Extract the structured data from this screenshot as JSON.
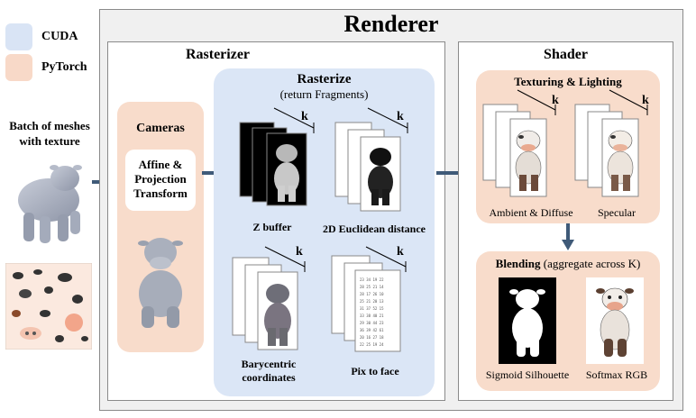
{
  "legend": {
    "cuda": {
      "label": "CUDA",
      "color": "#d9e4f5"
    },
    "pytorch": {
      "label": "PyTorch",
      "color": "#f8d9c8"
    }
  },
  "input": {
    "title": "Batch of meshes with texture"
  },
  "renderer": {
    "title": "Renderer",
    "rasterizer": {
      "title": "Rasterizer",
      "cameras": {
        "title": "Cameras",
        "transform": "Affine & Projection Transform"
      },
      "rasterize": {
        "title": "Rasterize",
        "subtitle": "(return Fragments)",
        "k_label": "k",
        "outputs": {
          "zbuffer": "Z buffer",
          "dist": "2D Euclidean distance",
          "bary": "Barycentric coordinates",
          "pix": "Pix to face"
        }
      }
    },
    "shader": {
      "title": "Shader",
      "texturing": {
        "title": "Texturing & Lighting",
        "k_label": "k",
        "ambient": "Ambient & Diffuse",
        "specular": "Specular"
      },
      "blending": {
        "title": "Blending",
        "subtitle": "(aggregate across K)",
        "silhouette": "Sigmoid Silhouette",
        "rgb": "Softmax RGB"
      }
    }
  },
  "colors": {
    "arrow": "#3f5a78",
    "cuda_bg": "#dbe6f6",
    "pytorch_bg": "#f8dccb",
    "panel_border": "#8a8a8a"
  }
}
